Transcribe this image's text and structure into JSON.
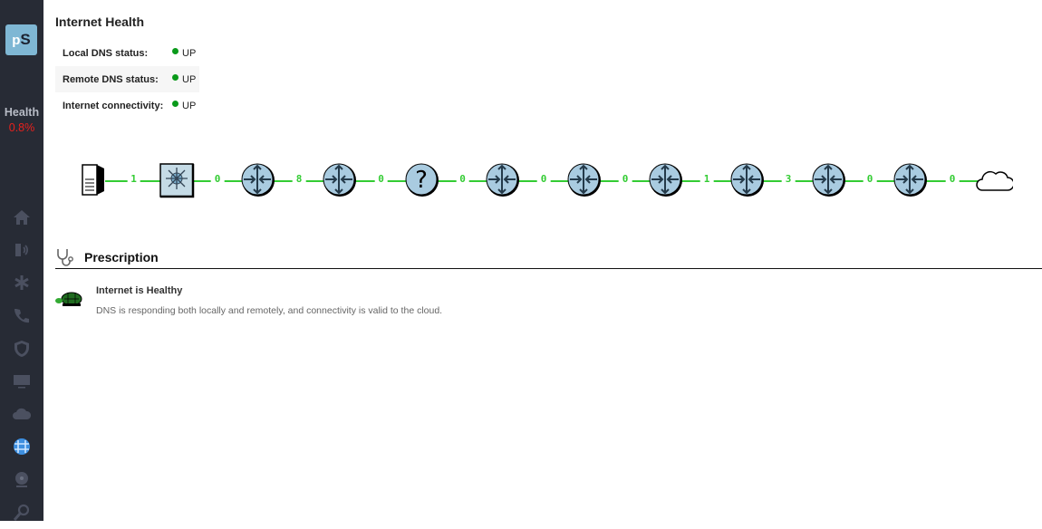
{
  "sidebar": {
    "logo_p": "p",
    "logo_s": "S",
    "health_label": "Health",
    "health_value": "0.8%",
    "nav": [
      "home-icon",
      "voice-icon",
      "asterisk-icon",
      "phone-icon",
      "shield-icon",
      "monitor-icon",
      "cloud-icon",
      "globe-icon",
      "webcam-icon",
      "search-icon"
    ],
    "active": "globe-icon"
  },
  "header": {
    "title": "Internet Health"
  },
  "status": [
    {
      "label": "Local DNS status:",
      "value": "UP"
    },
    {
      "label": "Remote DNS status:",
      "value": "UP"
    },
    {
      "label": "Internet connectivity:",
      "value": "UP"
    }
  ],
  "path": {
    "nodes": [
      "server",
      "switch",
      "router",
      "router",
      "unknown",
      "router",
      "router",
      "router",
      "router",
      "router",
      "router",
      "cloud"
    ],
    "links": [
      "1",
      "0",
      "8",
      "0",
      "0",
      "0",
      "0",
      "1",
      "3",
      "0",
      "0"
    ],
    "link_color": "#33cc33"
  },
  "prescription": {
    "heading": "Prescription",
    "title": "Internet is Healthy",
    "description": "DNS is responding both locally and remotely, and connectivity is valid to the cloud."
  }
}
